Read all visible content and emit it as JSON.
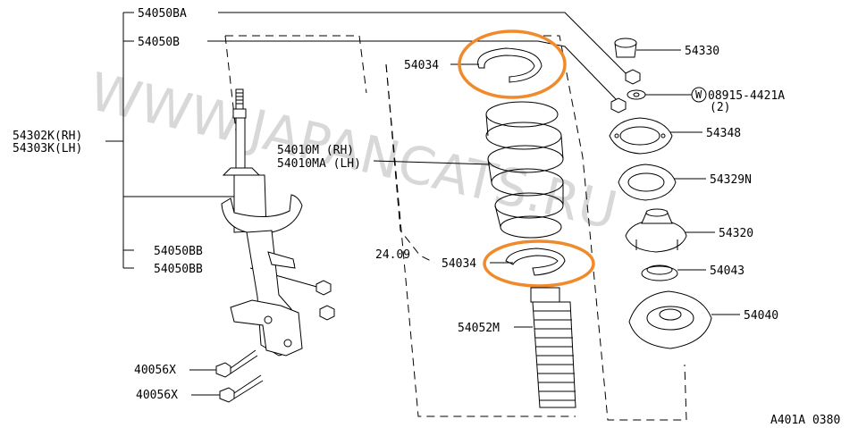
{
  "watermark": "WWW.JAPANCATS.RU",
  "diagram_code": "A401A 0380",
  "labels": {
    "p54050BA": "54050BA",
    "p54050B": "54050B",
    "p54302K_RH": "54302K(RH)",
    "p54303K_LH": "54303K(LH)",
    "p54050BB_1": "54050BB",
    "p54050BB_2": "54050BB",
    "p40056X_1": "40056X",
    "p40056X_2": "40056X",
    "p54034_top": "54034",
    "p54010M_RH": "54010M (RH)",
    "p54010MA_LH": "54010MA (LH)",
    "p24_09": "24.09",
    "p54034_bottom": "54034",
    "p54052M": "54052M",
    "p54330": "54330",
    "p08915": "08915-4421A",
    "p08915_qty": "(2)",
    "p54348": "54348",
    "p54329N": "54329N",
    "p54320": "54320",
    "p54043": "54043",
    "p54040": "54040"
  },
  "washer_symbol": "W",
  "colors": {
    "highlight": "#f08a2a",
    "line": "#000000",
    "watermark": "#b9b9b9"
  }
}
